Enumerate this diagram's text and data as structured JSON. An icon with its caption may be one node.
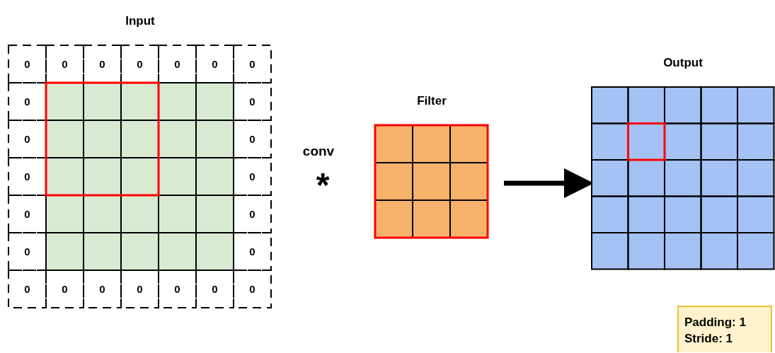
{
  "diagram": {
    "nodes": [
      {
        "text": [
          "Input"
        ]
      },
      {
        "text": [
          "Filter"
        ]
      },
      {
        "text": [
          "Output"
        ]
      },
      {
        "text": [
          "Padding: 1",
          "Stride: 1"
        ]
      }
    ],
    "edges": [
      {
        "from": 1,
        "to": 2,
        "arrow": "to"
      }
    ],
    "labels": [
      "0",
      "0",
      "0",
      "0",
      "0",
      "0",
      "0",
      "0",
      "0",
      "0",
      "0",
      "0",
      "0",
      "0",
      "0",
      "0",
      "0",
      "0",
      "0",
      "0",
      "0",
      "0",
      "0",
      "0",
      "conv",
      "*"
    ]
  }
}
